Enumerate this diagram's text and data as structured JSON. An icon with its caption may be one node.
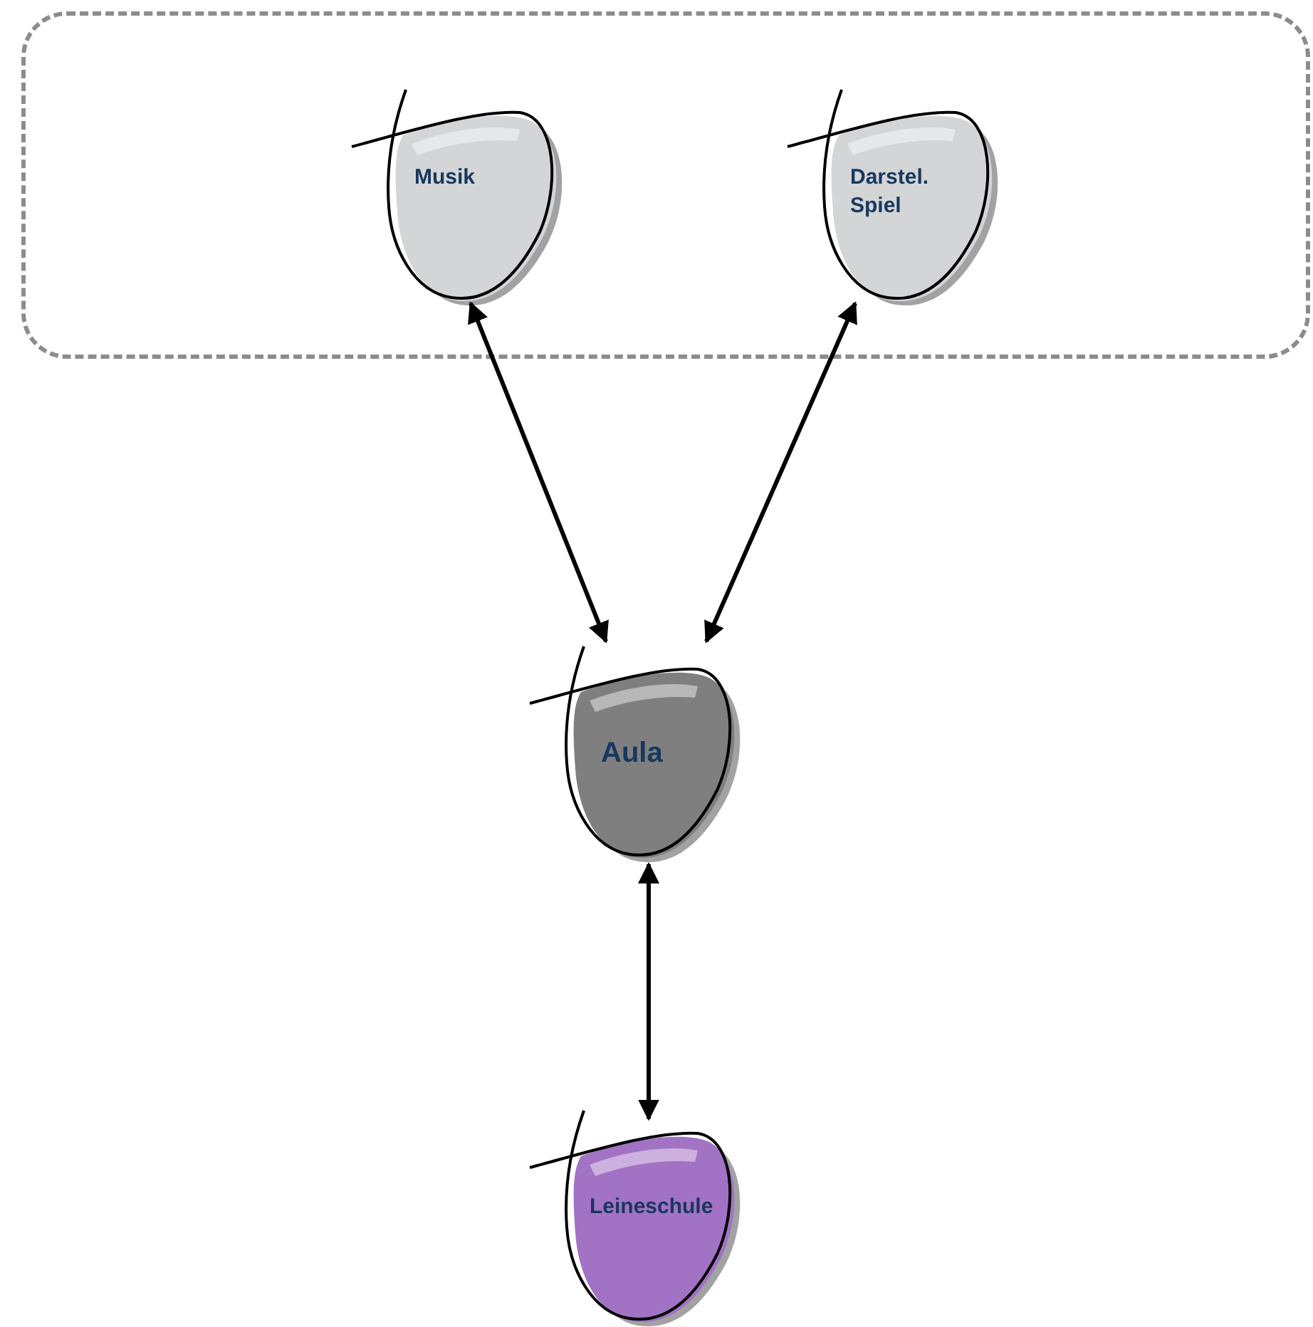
{
  "diagram": {
    "nodes": [
      {
        "text": [],
        "shape": "box"
      },
      {
        "text": [
          "Musik"
        ],
        "in": 0
      },
      {
        "text": [
          "Darstel. Spiel"
        ],
        "in": 0
      },
      {
        "text": [
          "Aula"
        ]
      },
      {
        "text": [
          "Leineschule"
        ]
      }
    ],
    "edges": [
      {
        "from": 1,
        "to": 3,
        "arrow": "both"
      },
      {
        "from": 2,
        "to": 3,
        "arrow": "both"
      },
      {
        "from": 3,
        "to": 4,
        "arrow": "both"
      }
    ]
  }
}
